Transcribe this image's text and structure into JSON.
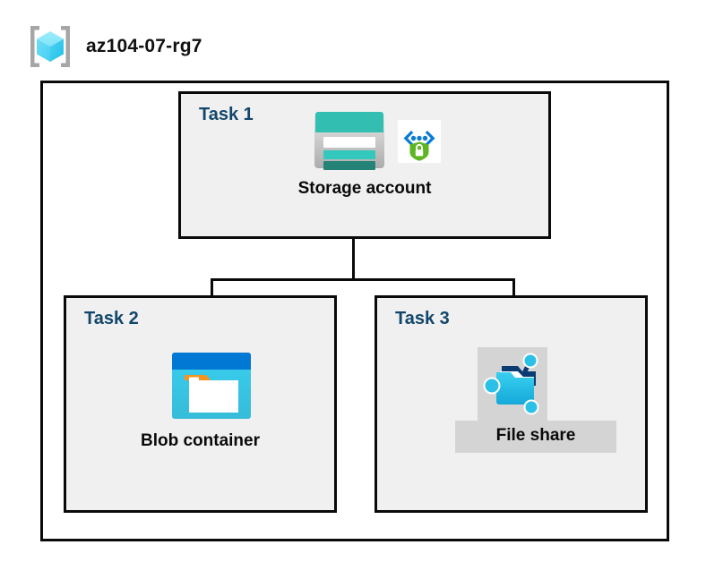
{
  "header": {
    "icon": "azure-resource-group-icon",
    "title": "az104-07-rg7"
  },
  "colors": {
    "task_label": "#12476B",
    "node_label": "#0A0A0A",
    "box_border": "#0A0A0A",
    "box_fill": "#F0F0F0",
    "outer_fill": "#FFFFFF",
    "highlight": "#D4D4D4",
    "storage_teal": "#32BFB1",
    "storage_teal_dark": "#258277",
    "blob_blue": "#0078D4",
    "blob_cyan": "#32C8EA",
    "blob_orange": "#F7941E",
    "fileshare_cyan": "#2AC0E8",
    "fileshare_navy": "#0A3B73",
    "shield_green": "#5EB522",
    "cube_cyan": "#41D6F5"
  },
  "diagram": {
    "type": "azure-architecture",
    "container": {
      "name": "resource-group-boundary",
      "label": "az104-07-rg7"
    },
    "tasks": [
      {
        "id": "task1",
        "label": "Task 1",
        "node_label": "Storage account",
        "icons": [
          "storage-account-icon",
          "managed-identity-icon"
        ]
      },
      {
        "id": "task2",
        "label": "Task 2",
        "node_label": "Blob container",
        "icons": [
          "blob-container-icon"
        ]
      },
      {
        "id": "task3",
        "label": "Task 3",
        "node_label": "File share",
        "icons": [
          "file-share-icon"
        ],
        "highlighted": true
      }
    ],
    "connections": [
      {
        "from": "task1",
        "to": "task2"
      },
      {
        "from": "task1",
        "to": "task3"
      }
    ]
  }
}
